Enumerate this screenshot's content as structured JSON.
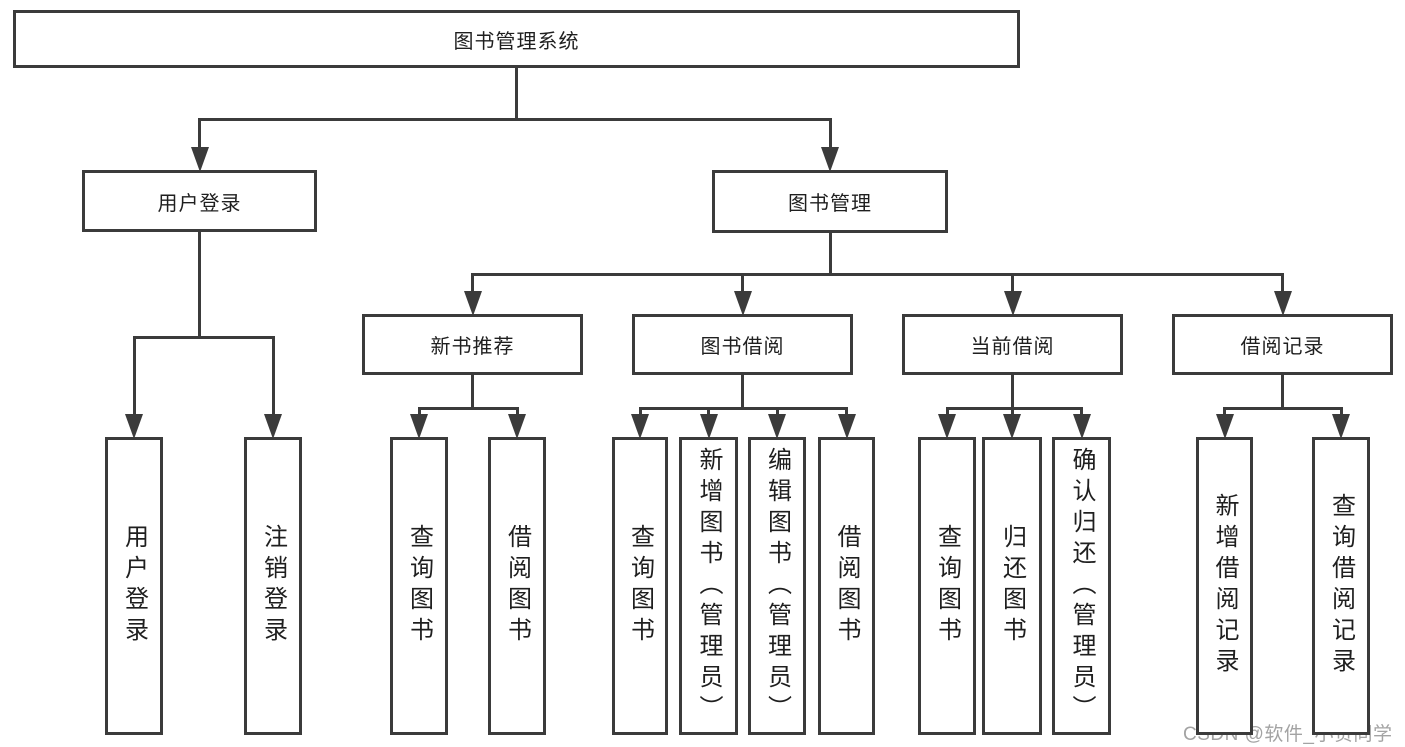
{
  "diagram": {
    "title": "图书管理系统",
    "watermark": "CSDN @软件_小贺同学"
  },
  "colors": {
    "line": "#3b3b3b",
    "box_border": "#3b3b3b",
    "text": "#1f1f1f",
    "watermark": "#a3a3a3",
    "background": "#ffffff"
  },
  "nodes": [
    {
      "id": "library-system",
      "label": "图书管理系统",
      "level": 1,
      "parent": null
    },
    {
      "id": "user-login",
      "label": "用户登录",
      "level": 2,
      "parent": "library-system"
    },
    {
      "id": "book-management",
      "label": "图书管理",
      "level": 2,
      "parent": "library-system"
    },
    {
      "id": "new-book-recommend",
      "label": "新书推荐",
      "level": 3,
      "parent": "book-management"
    },
    {
      "id": "book-borrowing",
      "label": "图书借阅",
      "level": 3,
      "parent": "book-management"
    },
    {
      "id": "current-borrowing",
      "label": "当前借阅",
      "level": 3,
      "parent": "book-management"
    },
    {
      "id": "borrowing-records",
      "label": "借阅记录",
      "level": 3,
      "parent": "book-management"
    },
    {
      "id": "leaf-user-login",
      "label": "用户登录",
      "level": 4,
      "parent": "user-login"
    },
    {
      "id": "leaf-logout",
      "label": "注销登录",
      "level": 4,
      "parent": "user-login"
    },
    {
      "id": "leaf-search-books-1",
      "label": "查询图书",
      "level": 4,
      "parent": "new-book-recommend"
    },
    {
      "id": "leaf-borrow-books-1",
      "label": "借阅图书",
      "level": 4,
      "parent": "new-book-recommend"
    },
    {
      "id": "leaf-search-books-2",
      "label": "查询图书",
      "level": 4,
      "parent": "book-borrowing"
    },
    {
      "id": "leaf-add-books",
      "label": "新增图书（管理员）",
      "level": 4,
      "parent": "book-borrowing"
    },
    {
      "id": "leaf-edit-books",
      "label": "编辑图书（管理员）",
      "level": 4,
      "parent": "book-borrowing"
    },
    {
      "id": "leaf-borrow-books-2",
      "label": "借阅图书",
      "level": 4,
      "parent": "book-borrowing"
    },
    {
      "id": "leaf-search-books-3",
      "label": "查询图书",
      "level": 4,
      "parent": "current-borrowing"
    },
    {
      "id": "leaf-return-books",
      "label": "归还图书",
      "level": 4,
      "parent": "current-borrowing"
    },
    {
      "id": "leaf-confirm-return",
      "label": "确认归还（管理员）",
      "level": 4,
      "parent": "current-borrowing"
    },
    {
      "id": "leaf-add-borrow-record",
      "label": "新增借阅记录",
      "level": 4,
      "parent": "borrowing-records"
    },
    {
      "id": "leaf-search-borrow-record",
      "label": "查询借阅记录",
      "level": 4,
      "parent": "borrowing-records"
    }
  ]
}
